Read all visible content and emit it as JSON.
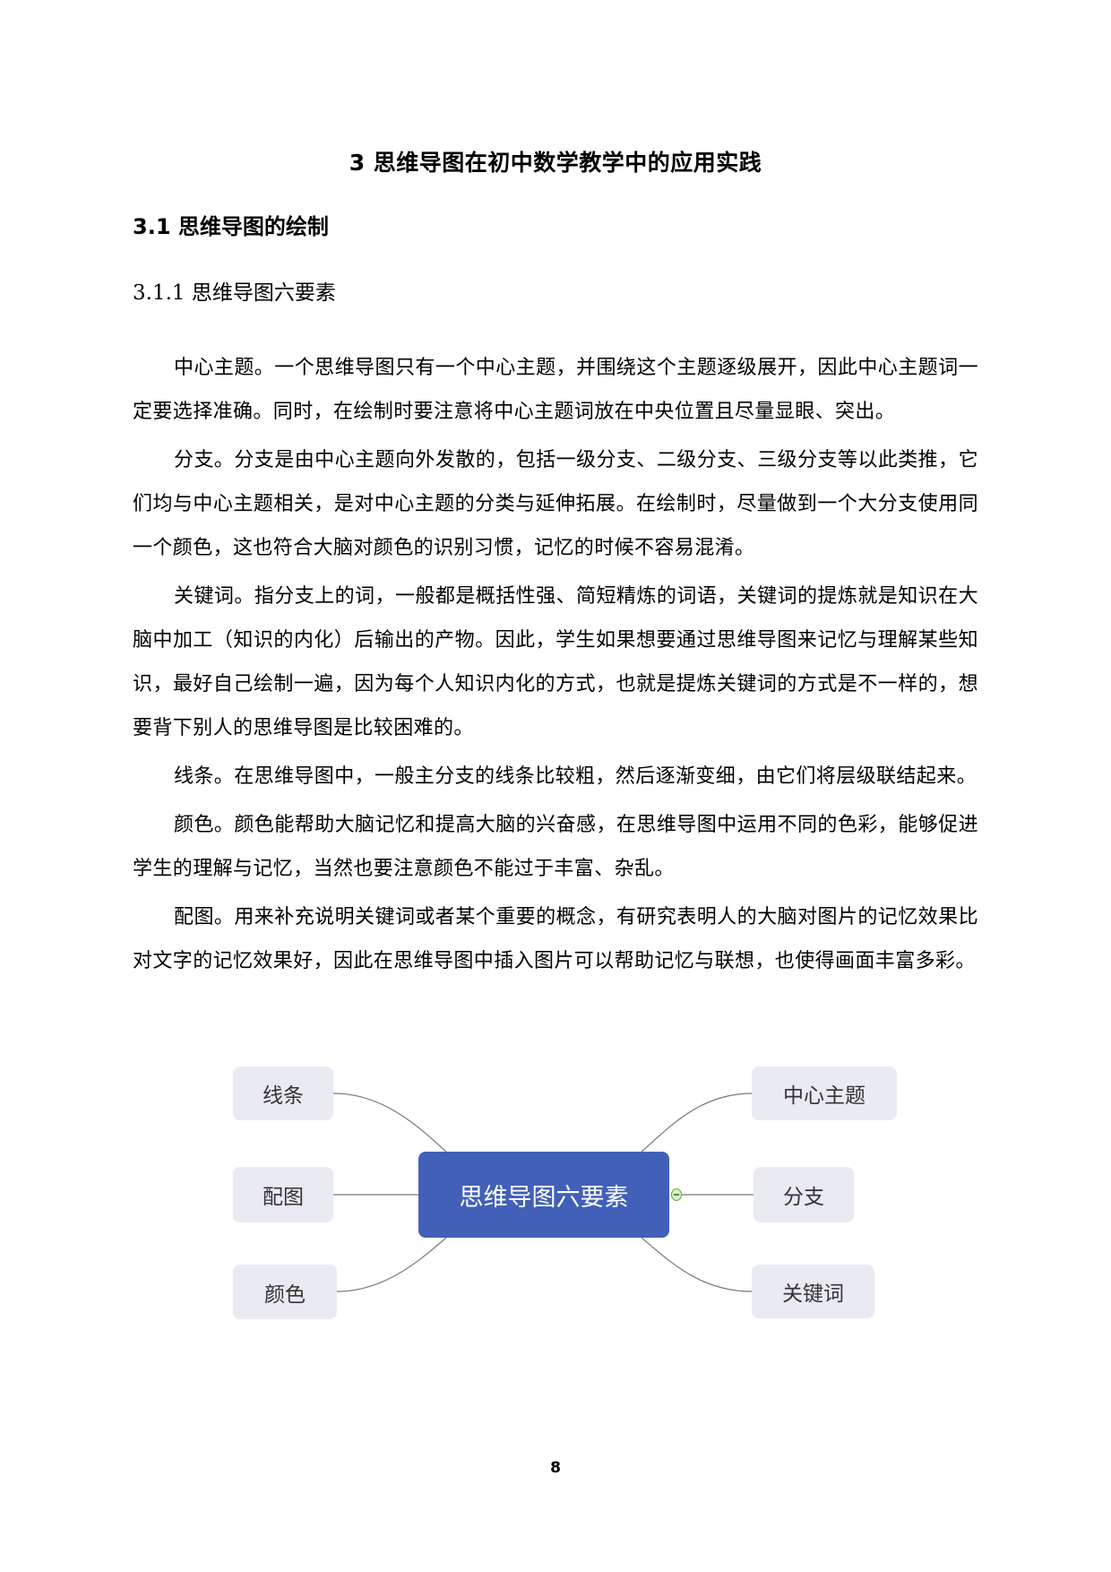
{
  "chapter_title": "3 思维导图在初中数学教学中的应用实践",
  "section_title": "3.1 思维导图的绘制",
  "subsection_title": "3.1.1 思维导图六要素",
  "paragraphs": [
    "中心主题。一个思维导图只有一个中心主题，并围绕这个主题逐级展开，因此中心主题词一定要选择准确。同时，在绘制时要注意将中心主题词放在中央位置且尽量显眼、突出。",
    "分支。分支是由中心主题向外发散的，包括一级分支、二级分支、三级分支等以此类推，它们均与中心主题相关，是对中心主题的分类与延伸拓展。在绘制时，尽量做到一个大分支使用同一个颜色，这也符合大脑对颜色的识别习惯，记忆的时候不容易混淆。",
    "关键词。指分支上的词，一般都是概括性强、简短精炼的词语，关键词的提炼就是知识在大脑中加工（知识的内化）后输出的产物。因此，学生如果想要通过思维导图来记忆与理解某些知识，最好自己绘制一遍，因为每个人知识内化的方式，也就是提炼关键词的方式是不一样的，想要背下别人的思维导图是比较困难的。",
    "线条。在思维导图中，一般主分支的线条比较粗，然后逐渐变细，由它们将层级联结起来。",
    "颜色。颜色能帮助大脑记忆和提高大脑的兴奋感，在思维导图中运用不同的色彩，能够促进学生的理解与记忆，当然也要注意颜色不能过于丰富、杂乱。",
    "配图。用来补充说明关键词或者某个重要的概念，有研究表明人的大脑对图片的记忆效果比对文字的记忆效果好，因此在思维导图中插入图片可以帮助记忆与联想，也使得画面丰富多彩。"
  ],
  "mindmap": {
    "center": "思维导图六要素",
    "center_color": "#4260b8",
    "node_color": "#eaebf2",
    "left_nodes": [
      "线条",
      "配图",
      "颜色"
    ],
    "right_nodes": [
      "中心主题",
      "分支",
      "关键词"
    ]
  },
  "page_number": "8"
}
